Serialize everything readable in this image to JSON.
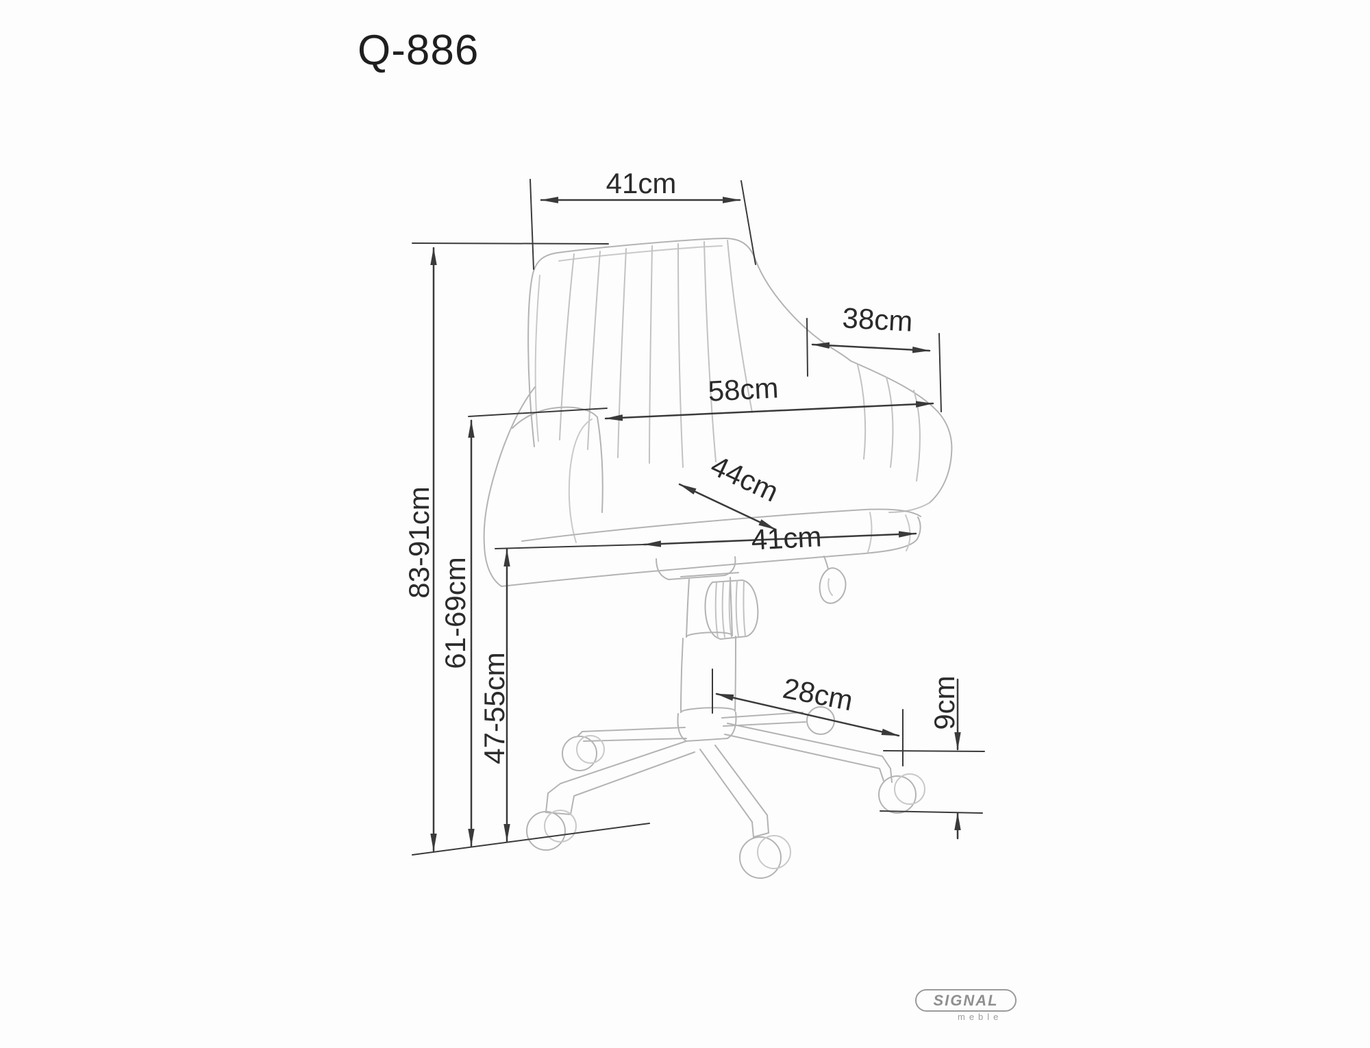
{
  "title": "Q-886",
  "dimensions": {
    "top_width": "41cm",
    "backrest_side": "38cm",
    "overall_width": "58cm",
    "seat_depth": "44cm",
    "seat_width": "41cm",
    "overall_height": "83-91cm",
    "armrest_height": "61-69cm",
    "seat_height": "47-55cm",
    "base_arm_length": "28cm",
    "caster_height": "9cm"
  },
  "logo": {
    "brand": "SIGNAL",
    "subtitle": "meble"
  },
  "colors": {
    "dimension_line": "#3a3a3a",
    "dimension_text": "#2b2b2b",
    "chair_line": "#b3b3b3",
    "logo_gray": "#8f8f8f",
    "background": "#fdfdfd"
  }
}
